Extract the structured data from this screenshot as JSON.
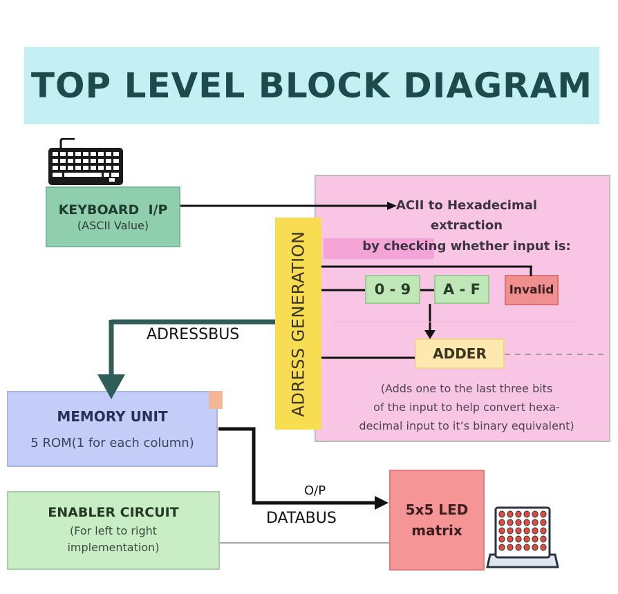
{
  "title": "TOP LEVEL BLOCK DIAGRAM",
  "keyboard": {
    "title": "KEYBOARD  I/P",
    "subtitle": "(ASCII Value)"
  },
  "conversion": {
    "line1": "ACII to Hexadecimal",
    "line2": "extraction",
    "line3": "by checking whether input is:",
    "options": [
      "0 - 9",
      "A - F",
      "Invalid"
    ],
    "adder": "ADDER",
    "adder_note": [
      "(Adds one to the last three bits",
      "of the input to help convert hexa-",
      "decimal input to it’s binary equivalent)"
    ]
  },
  "address_generation": "ADRESS GENERATION",
  "labels": {
    "address_bus": "ADRESSBUS",
    "data_bus": "DATABUS",
    "output": "O/P"
  },
  "memory": {
    "title": "MEMORY UNIT",
    "subtitle": "5 ROM(1 for each column)"
  },
  "enabler": {
    "title": "ENABLER CIRCUIT",
    "subtitle_line1": "(For left to right",
    "subtitle_line2": "implementation)"
  },
  "led": {
    "line1": "5x5 LED",
    "line2": "matrix"
  },
  "colors": {
    "title_band": "#c5f0f3",
    "keyboard_box": "#8fcfae",
    "pink_panel": "#f9c5e4",
    "address_bar": "#f8dd52",
    "memory_box": "#c3cdf7",
    "enabler_box": "#c9eec6",
    "led_box": "#f59595",
    "address_bus_arrow": "#2f5d57"
  },
  "icons": [
    "keyboard-icon",
    "led-matrix-icon"
  ]
}
